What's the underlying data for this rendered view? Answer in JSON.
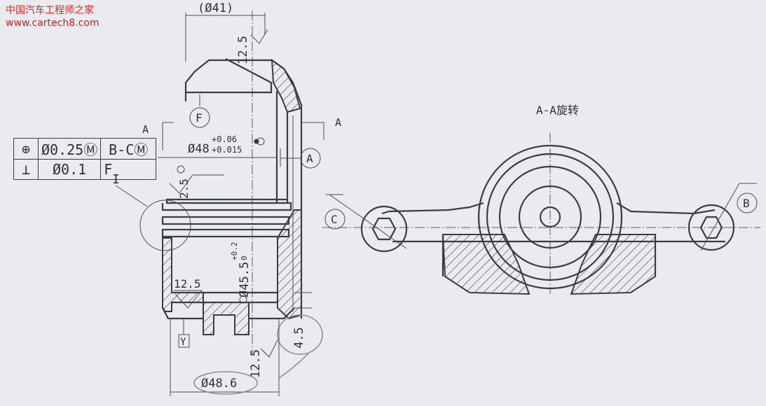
{
  "watermark": {
    "line1": "中国汽车工程师之家",
    "line2": "www.cartech8.com"
  },
  "section_title": "A-A旋转",
  "datums": {
    "A": "A",
    "B": "B",
    "C": "C",
    "F": "F",
    "Y": "Y"
  },
  "section_markers": {
    "left": "A",
    "right": "A"
  },
  "detail_label": "I",
  "dimensions": {
    "top_diameter": "(Ø41)",
    "bore_diameter": "Ø48",
    "bore_tol_upper": "+0.06",
    "bore_tol_lower": "+0.015",
    "lower_bore": "Ø45.5",
    "lower_bore_tol_upper": "+0.2",
    "lower_bore_tol_lower": "0",
    "bottom_diameter": "Ø48.6",
    "height_small": "4.5"
  },
  "roughness": {
    "top": "12.5",
    "mid": "2.5",
    "lower_left": "12.5",
    "bottom": "12.5"
  },
  "feature_control": [
    {
      "symbol": "⊕",
      "tolerance": "Ø0.25Ⓜ",
      "datum": "B-CⓂ"
    },
    {
      "symbol": "⊥",
      "tolerance": "Ø0.1",
      "datum": "F"
    }
  ]
}
